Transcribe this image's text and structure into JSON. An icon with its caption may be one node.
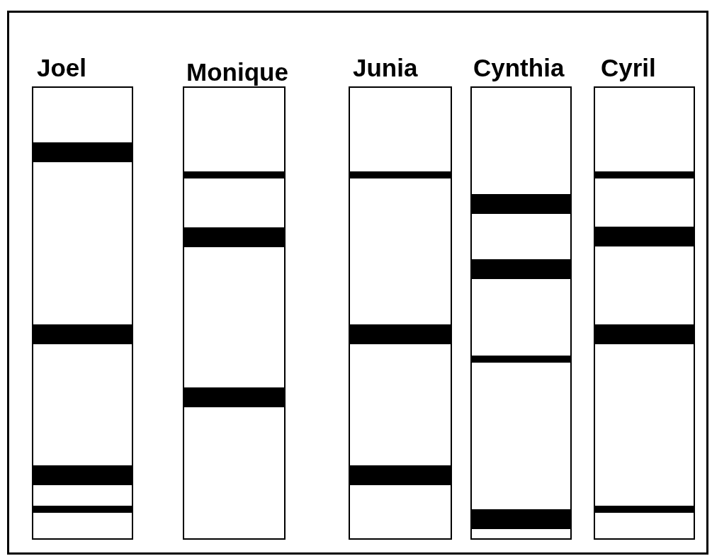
{
  "diagram": {
    "nodes": [
      {
        "text": [
          "Joel"
        ]
      },
      {
        "text": [
          "Monique"
        ]
      },
      {
        "text": [
          "Junia"
        ]
      },
      {
        "text": [
          "Cynthia"
        ]
      },
      {
        "text": [
          "Cyril"
        ]
      }
    ]
  }
}
